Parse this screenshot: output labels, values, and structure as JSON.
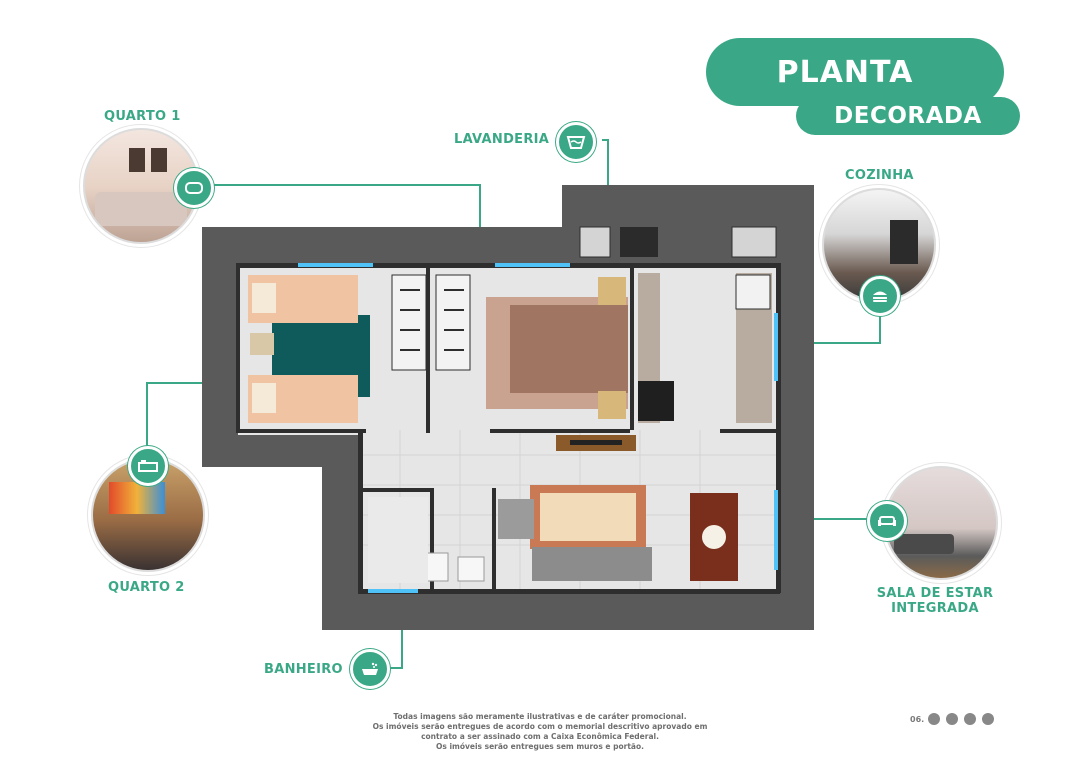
{
  "header": {
    "title_line1": "PLANTA",
    "title_line2": "DECORADA"
  },
  "rooms": {
    "quarto1": "QUARTO 1",
    "quarto2": "QUARTO 2",
    "lavanderia": "LAVANDERIA",
    "cozinha": "COZINHA",
    "sala_line1": "SALA DE ESTAR",
    "sala_line2": "INTEGRADA",
    "banheiro": "BANHEIRO"
  },
  "footer": {
    "line1": "Todas imagens são meramente ilustrativas e de caráter promocional.",
    "line2": "Os imóveis serão entregues de acordo com o memorial  descritivo aprovado em",
    "line3": "contrato a ser assinado com a Caixa Econômica Federal.",
    "line4": "Os imóveis serão entregues  sem muros e portão.",
    "page_number": "06."
  },
  "colors": {
    "accent": "#3aa886",
    "wall": "#555555",
    "floor": "#e7e7e7"
  }
}
